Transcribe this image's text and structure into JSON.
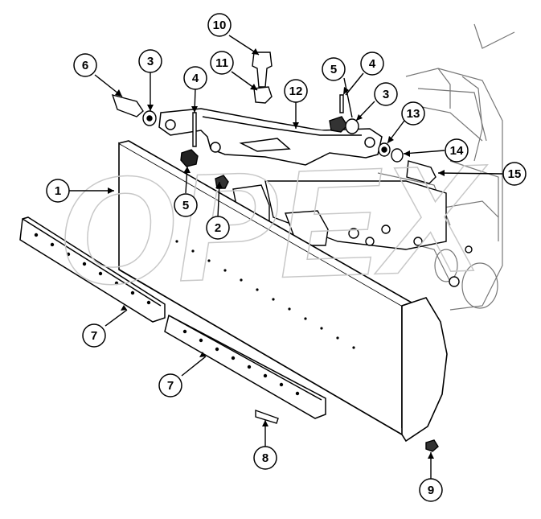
{
  "diagram": {
    "watermark": "OPEX",
    "callouts": [
      "1",
      "2",
      "3",
      "3",
      "4",
      "4",
      "5",
      "5",
      "6",
      "7",
      "7",
      "8",
      "9",
      "10",
      "11",
      "12",
      "13",
      "14",
      "15"
    ]
  }
}
